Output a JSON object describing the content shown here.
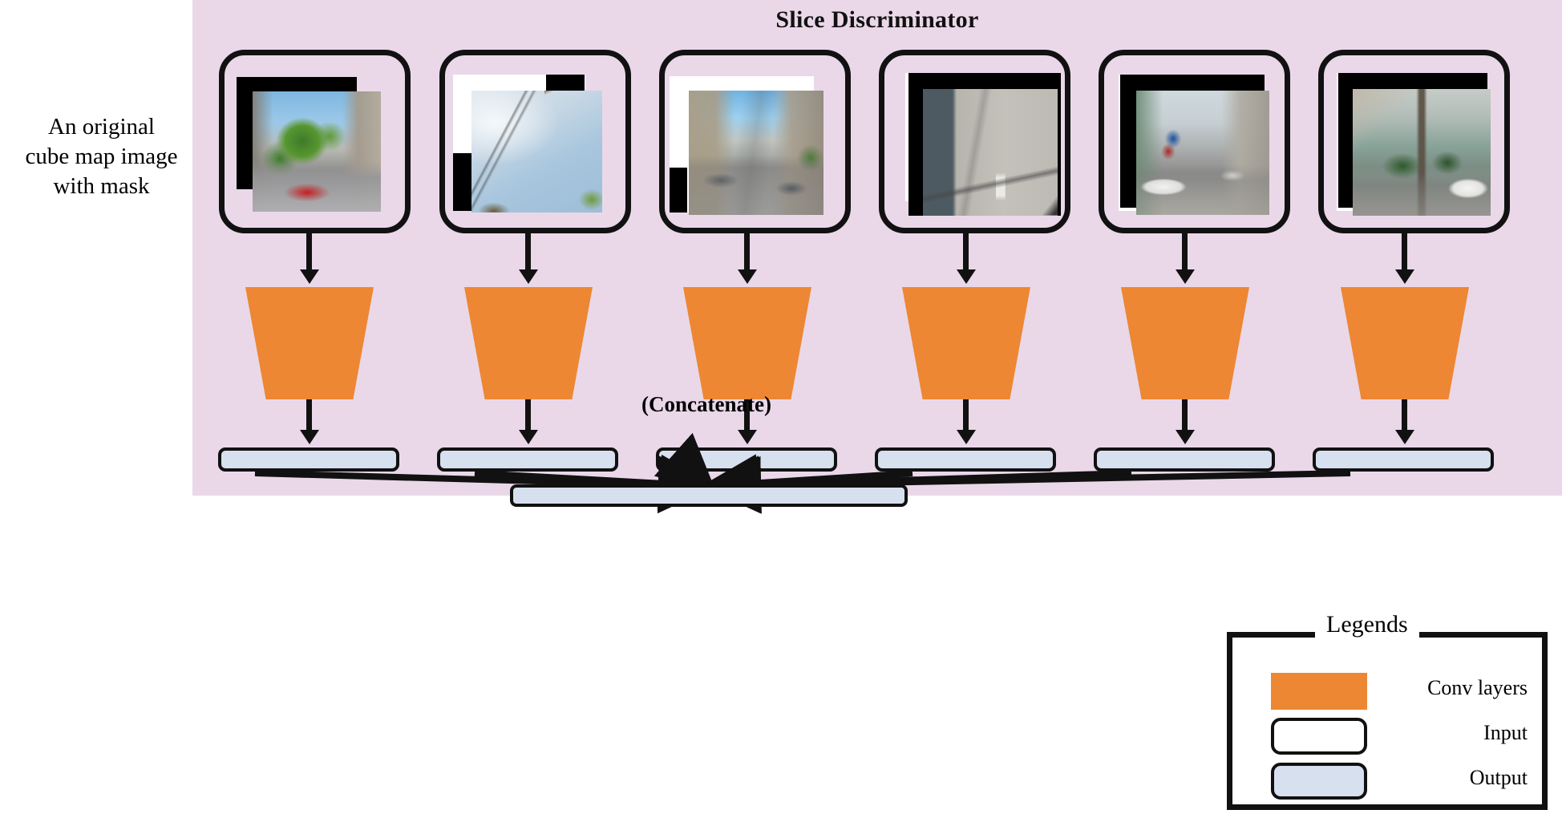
{
  "figure": {
    "panel_title": "Slice Discriminator",
    "left_caption_line1": "An original",
    "left_caption_line2": "cube map image",
    "left_caption_line3": "with mask",
    "concatenate_label": "(Concatenate)",
    "panel_background_color": "#ead8e9",
    "conv_color": "#ed8733",
    "output_color": "#d7e0ef",
    "input_color": "#ffffff",
    "stroke_color": "#111111"
  },
  "branches": [
    {
      "index": 1,
      "input_name": "cube-face-input-1",
      "input_description": "Street scene with large green tree, buildings at right, red car trace on road",
      "conv_name": "conv-layers-1",
      "output_name": "branch-output-1"
    },
    {
      "index": 2,
      "input_name": "cube-face-input-2",
      "input_description": "Upward sky view with power lines and rooftop corner",
      "conv_name": "conv-layers-2",
      "output_name": "branch-output-2"
    },
    {
      "index": 3,
      "input_name": "cube-face-input-3",
      "input_description": "Narrow street with parked cars and shophouse buildings",
      "conv_name": "conv-layers-3",
      "output_name": "branch-output-3"
    },
    {
      "index": 4,
      "input_name": "cube-face-input-4",
      "input_description": "Downward ground view of asphalt road and concrete pavement",
      "conv_name": "conv-layers-4",
      "output_name": "branch-output-4"
    },
    {
      "index": 5,
      "input_name": "cube-face-input-5",
      "input_description": "City street with white car at left and storefront signage",
      "conv_name": "conv-layers-5",
      "output_name": "branch-output-5"
    },
    {
      "index": 6,
      "input_name": "cube-face-input-6",
      "input_description": "House with utility pole, vegetation and white car at right",
      "conv_name": "conv-layers-6",
      "output_name": "branch-output-6"
    }
  ],
  "final_output": {
    "name": "concatenated-output"
  },
  "legend": {
    "title": "Legends",
    "items": [
      {
        "label": "Conv  layers",
        "swatch": "conv",
        "color": "#ed8733"
      },
      {
        "label": "Input",
        "swatch": "input",
        "color": "#ffffff"
      },
      {
        "label": "Output",
        "swatch": "output",
        "color": "#d7e0ef"
      }
    ]
  }
}
